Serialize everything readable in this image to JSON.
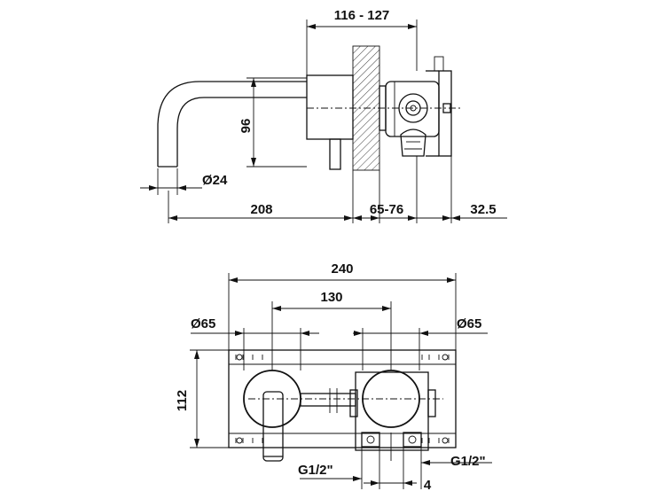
{
  "side_view": {
    "dims": {
      "install_depth": "116 - 127",
      "height": "96",
      "pipe_diameter": "Ø24",
      "spout_length": "208",
      "wall_range": "65-76",
      "back_offset": "32.5"
    }
  },
  "front_view": {
    "dims": {
      "total_width": "240",
      "center_distance": "130",
      "left_diameter": "Ø65",
      "right_diameter": "Ø65",
      "plate_height": "112",
      "thread_left": "G1/2\"",
      "thread_right": "G1/2\"",
      "offset": "4"
    }
  }
}
